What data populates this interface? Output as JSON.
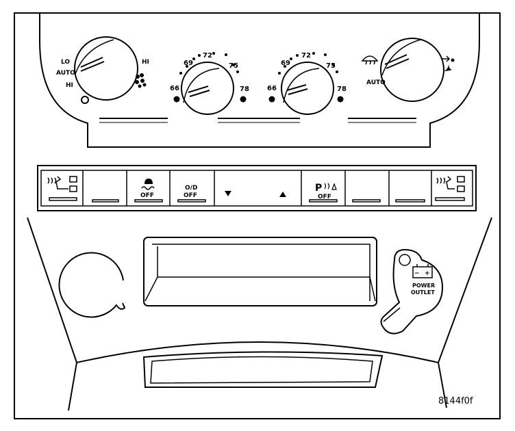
{
  "figure_ref": "8144f0f",
  "fan_knob": {
    "lo": "LO",
    "auto": "AUTO",
    "hi_left": "HI",
    "hi_right": "HI"
  },
  "temp_knob_left": {
    "t66": "66",
    "t69": "69",
    "t72": "72",
    "t75": "75",
    "t78": "78"
  },
  "temp_knob_right": {
    "t66": "66",
    "t69": "69",
    "t72": "72",
    "t75": "75",
    "t78": "78"
  },
  "mode_knob": {
    "auto": "AUTO"
  },
  "button_strip": {
    "traction_off": "OFF",
    "od_label": "O/D",
    "od_off": "OFF",
    "park_assist_label": "P",
    "park_assist_off": "OFF"
  },
  "power_outlet": {
    "line1": "POWER",
    "line2": "OUTLET",
    "minus": "−",
    "plus": "+"
  },
  "colors": {
    "line": "#000000",
    "background": "#ffffff"
  }
}
